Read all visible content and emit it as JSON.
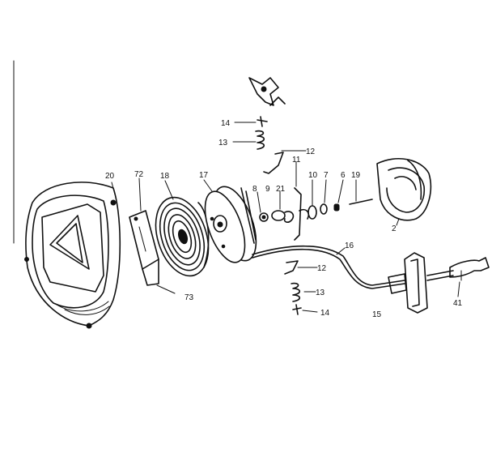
{
  "diagram": {
    "colors": {
      "ink": "#111111",
      "paper": "#ffffff"
    },
    "labels": {
      "l14_top": "14",
      "l13_top": "13",
      "l12_top": "12",
      "l20": "20",
      "l72": "72",
      "l18": "18",
      "l17": "17",
      "l8": "8",
      "l9": "9",
      "l21": "21",
      "l11": "11",
      "l10": "10",
      "l7": "7",
      "l6": "6",
      "l19": "19",
      "l2": "2",
      "l16": "16",
      "l12_bottom": "12",
      "l13_bottom": "13",
      "l14_bottom": "14",
      "l73": "73",
      "l15": "15",
      "l41": "41"
    }
  }
}
